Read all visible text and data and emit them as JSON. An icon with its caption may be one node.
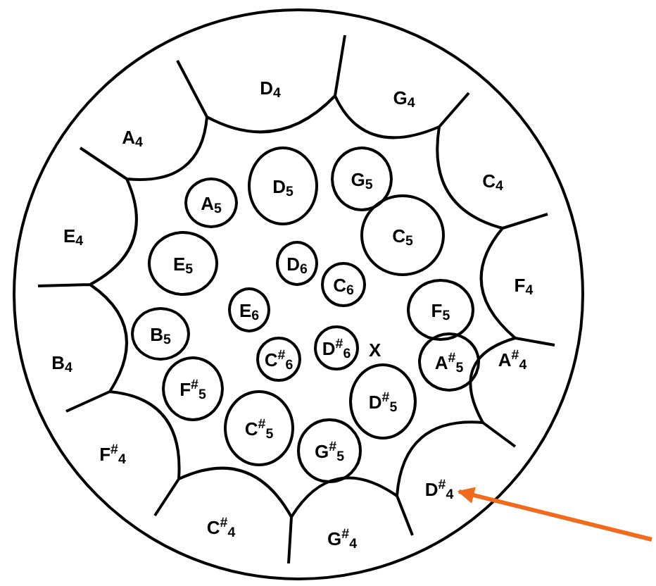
{
  "diagram": {
    "nodes": [
      {
        "text": [],
        "shape": "circle"
      },
      {
        "text": [
          "D$_{4}$"
        ],
        "in": 0
      },
      {
        "text": [
          "G$_{4}$"
        ],
        "in": 0
      },
      {
        "text": [
          "C$_{4}$"
        ],
        "in": 0
      },
      {
        "text": [
          "F$_{4}$"
        ],
        "in": 0
      },
      {
        "text": [
          "A$^{#}$$_{4}$"
        ],
        "in": 0
      },
      {
        "text": [
          "D$^{#}$$_{4}$"
        ],
        "in": 0
      },
      {
        "text": [
          "G$^{#}$$_{4}$"
        ],
        "in": 0
      },
      {
        "text": [
          "C$^{#}$$_{4}$"
        ],
        "in": 0
      },
      {
        "text": [
          "F$^{#}$$_{4}$"
        ],
        "in": 0
      },
      {
        "text": [
          "B$_{4}$"
        ],
        "in": 0
      },
      {
        "text": [
          "E$_{4}$"
        ],
        "in": 0
      },
      {
        "text": [
          "A$_{4}$"
        ],
        "in": 0
      },
      {
        "text": [
          "A$_{5}$"
        ],
        "in": 0
      },
      {
        "text": [
          "D$_{5}$"
        ],
        "in": 0
      },
      {
        "text": [
          "G$_{5}$"
        ],
        "in": 0
      },
      {
        "text": [
          "C$_{5}$"
        ],
        "in": 0
      },
      {
        "text": [
          "D$_{6}$"
        ],
        "in": 0
      },
      {
        "text": [
          "C$_{6}$"
        ],
        "in": 0
      },
      {
        "text": [
          "E$_{5}$"
        ],
        "in": 0
      },
      {
        "text": [
          "F$_{5}$"
        ],
        "in": 0
      },
      {
        "text": [
          "E$_{6}$"
        ],
        "in": 0
      },
      {
        "text": [
          "B$_{5}$"
        ],
        "in": 0
      },
      {
        "text": [
          "D$^{#}$$_{6}$"
        ],
        "in": 0
      },
      {
        "text": [
          "C$^{#}$$_{6}$"
        ],
        "in": 0
      },
      {
        "text": [
          "A$^{#}$$_{5}$"
        ],
        "in": 0
      },
      {
        "text": [
          "F$^{#}$$_{5}$"
        ],
        "in": 0
      },
      {
        "text": [
          "D$^{#}$$_{5}$"
        ],
        "in": 0
      },
      {
        "text": [
          "C$^{#}$$_{5}$"
        ],
        "in": 0
      },
      {
        "text": [
          "G$^{#}$$_{5}$"
        ],
        "in": 0
      }
    ],
    "edges": [
      {
        "from": null,
        "to": 6,
        "arrow": "to",
        "color": "#f26b1d"
      }
    ],
    "labels": [
      "X"
    ]
  }
}
